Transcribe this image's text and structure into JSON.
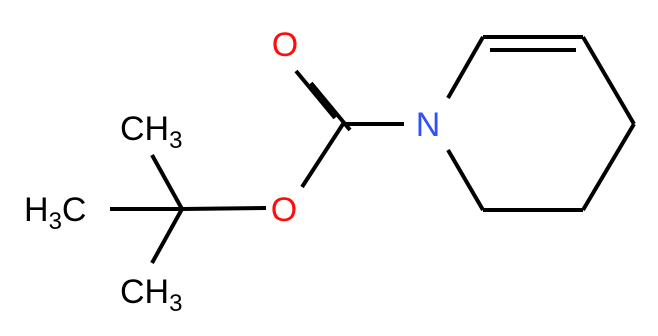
{
  "molecule": {
    "atoms": {
      "carbonyl_oxygen": "O",
      "ester_oxygen": "O",
      "ring_nitrogen": "N",
      "methyl_top": {
        "main": "CH",
        "sub": "3"
      },
      "methyl_left": {
        "main": "H",
        "sub": "3",
        "tail": "C"
      },
      "methyl_bottom": {
        "main": "CH",
        "sub": "3"
      }
    },
    "colors": {
      "bond": "#000000",
      "oxygen": "#ff0d0d",
      "nitrogen": "#3050f8",
      "carbon_label": "#000000"
    }
  }
}
